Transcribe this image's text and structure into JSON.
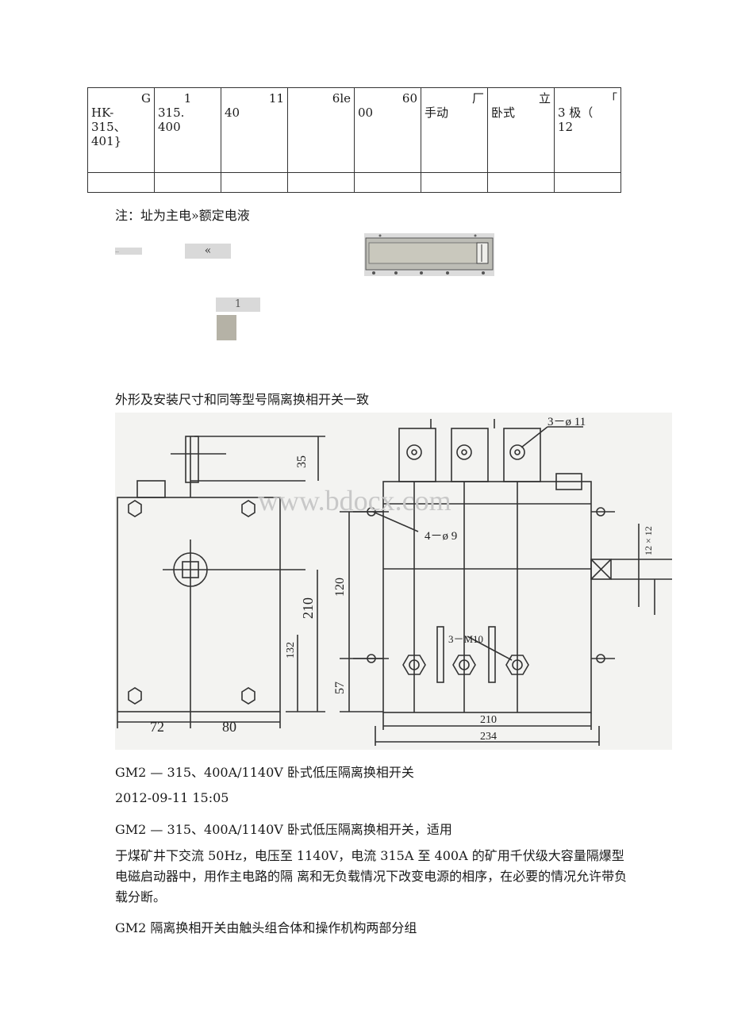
{
  "spec_table": {
    "row1": [
      {
        "lines": [
          "G",
          "HK-",
          "315、",
          "401}"
        ],
        "align": [
          "right",
          "left",
          "left",
          "left"
        ]
      },
      {
        "lines": [
          "1",
          "315.",
          "400"
        ],
        "align": [
          "center",
          "left",
          "left"
        ]
      },
      {
        "lines": [
          "11",
          "40"
        ],
        "align": [
          "right",
          "left"
        ]
      },
      {
        "lines": [
          "6le"
        ],
        "align": [
          "right"
        ]
      },
      {
        "lines": [
          "60",
          "00"
        ],
        "align": [
          "right",
          "left"
        ]
      },
      {
        "lines": [
          "厂",
          "手动"
        ],
        "align": [
          "right",
          "left"
        ]
      },
      {
        "lines": [
          "立",
          "卧式"
        ],
        "align": [
          "right",
          "left"
        ]
      },
      {
        "lines": [
          "「",
          "3 极（",
          "12"
        ],
        "align": [
          "right",
          "left",
          "left"
        ]
      }
    ]
  },
  "note": "注：址为主电»额定电液",
  "fragments": {
    "box_a": "..",
    "box_b": "«",
    "box_c": "1"
  },
  "caption_dimensions": "外形及安装尺寸和同等型号隔离换相开关一致",
  "drawing": {
    "watermark": "www.bdocx.com",
    "left_view": {
      "dim_35": "35",
      "dim_210": "210",
      "dim_132": "132",
      "dim_72": "72",
      "dim_80": "80"
    },
    "right_view": {
      "hole_top": "3－ø 11",
      "hole_side": "4－ø 9",
      "hole_mid": "3－M10",
      "dim_120": "120",
      "dim_57": "57",
      "dim_12x12": "12 × 12",
      "dim_210": "210",
      "dim_234": "234"
    }
  },
  "title": "GM2 — 315、400A/1140V 卧式低压隔离换相开关",
  "date": "2012-09-11 15:05",
  "line_applicable": "GM2 — 315、400A/1140V 卧式低压隔离换相开关，适用",
  "body_para": "于煤矿井下交流 50Hz，电压至 1140V，电流 315A 至 400A 的矿用千伏级大容量隔爆型电磁启动器中，用作主电路的隔 离和无负载情况下改变电源的相序，在必要的情况允许带负 载分断。",
  "last_line": "GM2 隔离换相开关由触头组合体和操作机构两部分组"
}
